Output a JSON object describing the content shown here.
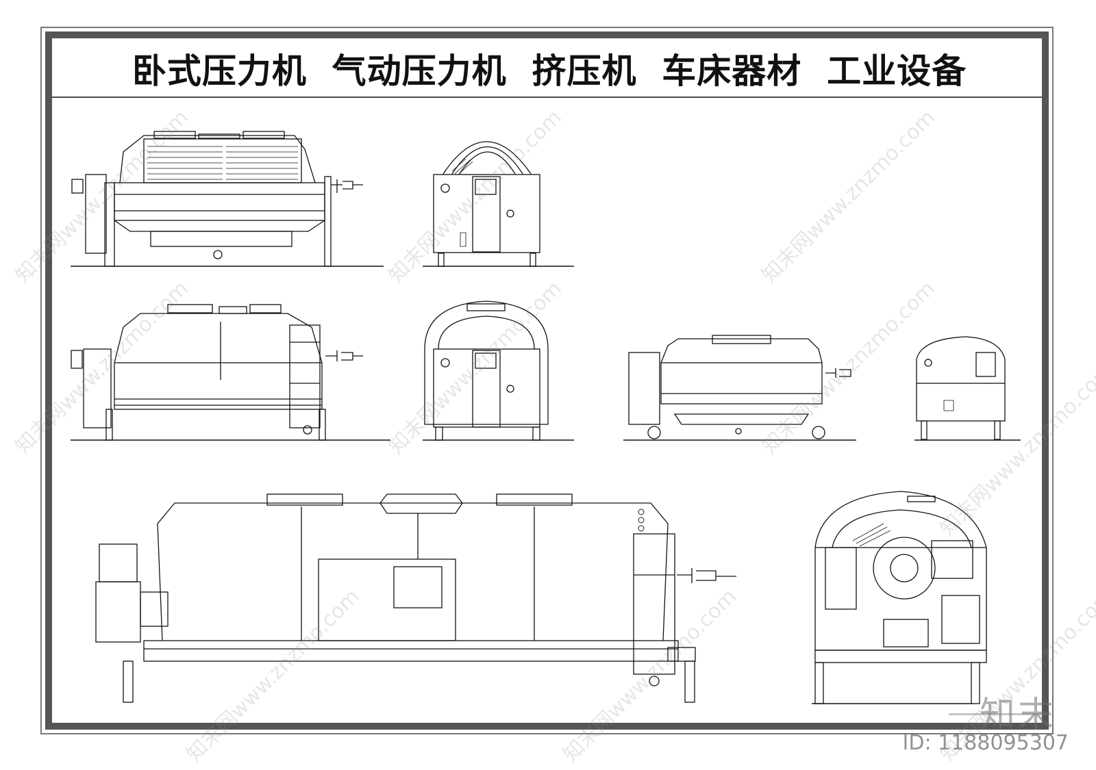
{
  "drawing": {
    "title": "卧式压力机  气动压力机  挤压机  车床器材  工业设备",
    "watermark_text": "知末网www.znzmo.com",
    "brand_logo": "知末",
    "id_label": "ID: 1188095307"
  },
  "colors": {
    "line": "#111111",
    "frame": "#555555",
    "watermark": "#9a9a9a"
  }
}
